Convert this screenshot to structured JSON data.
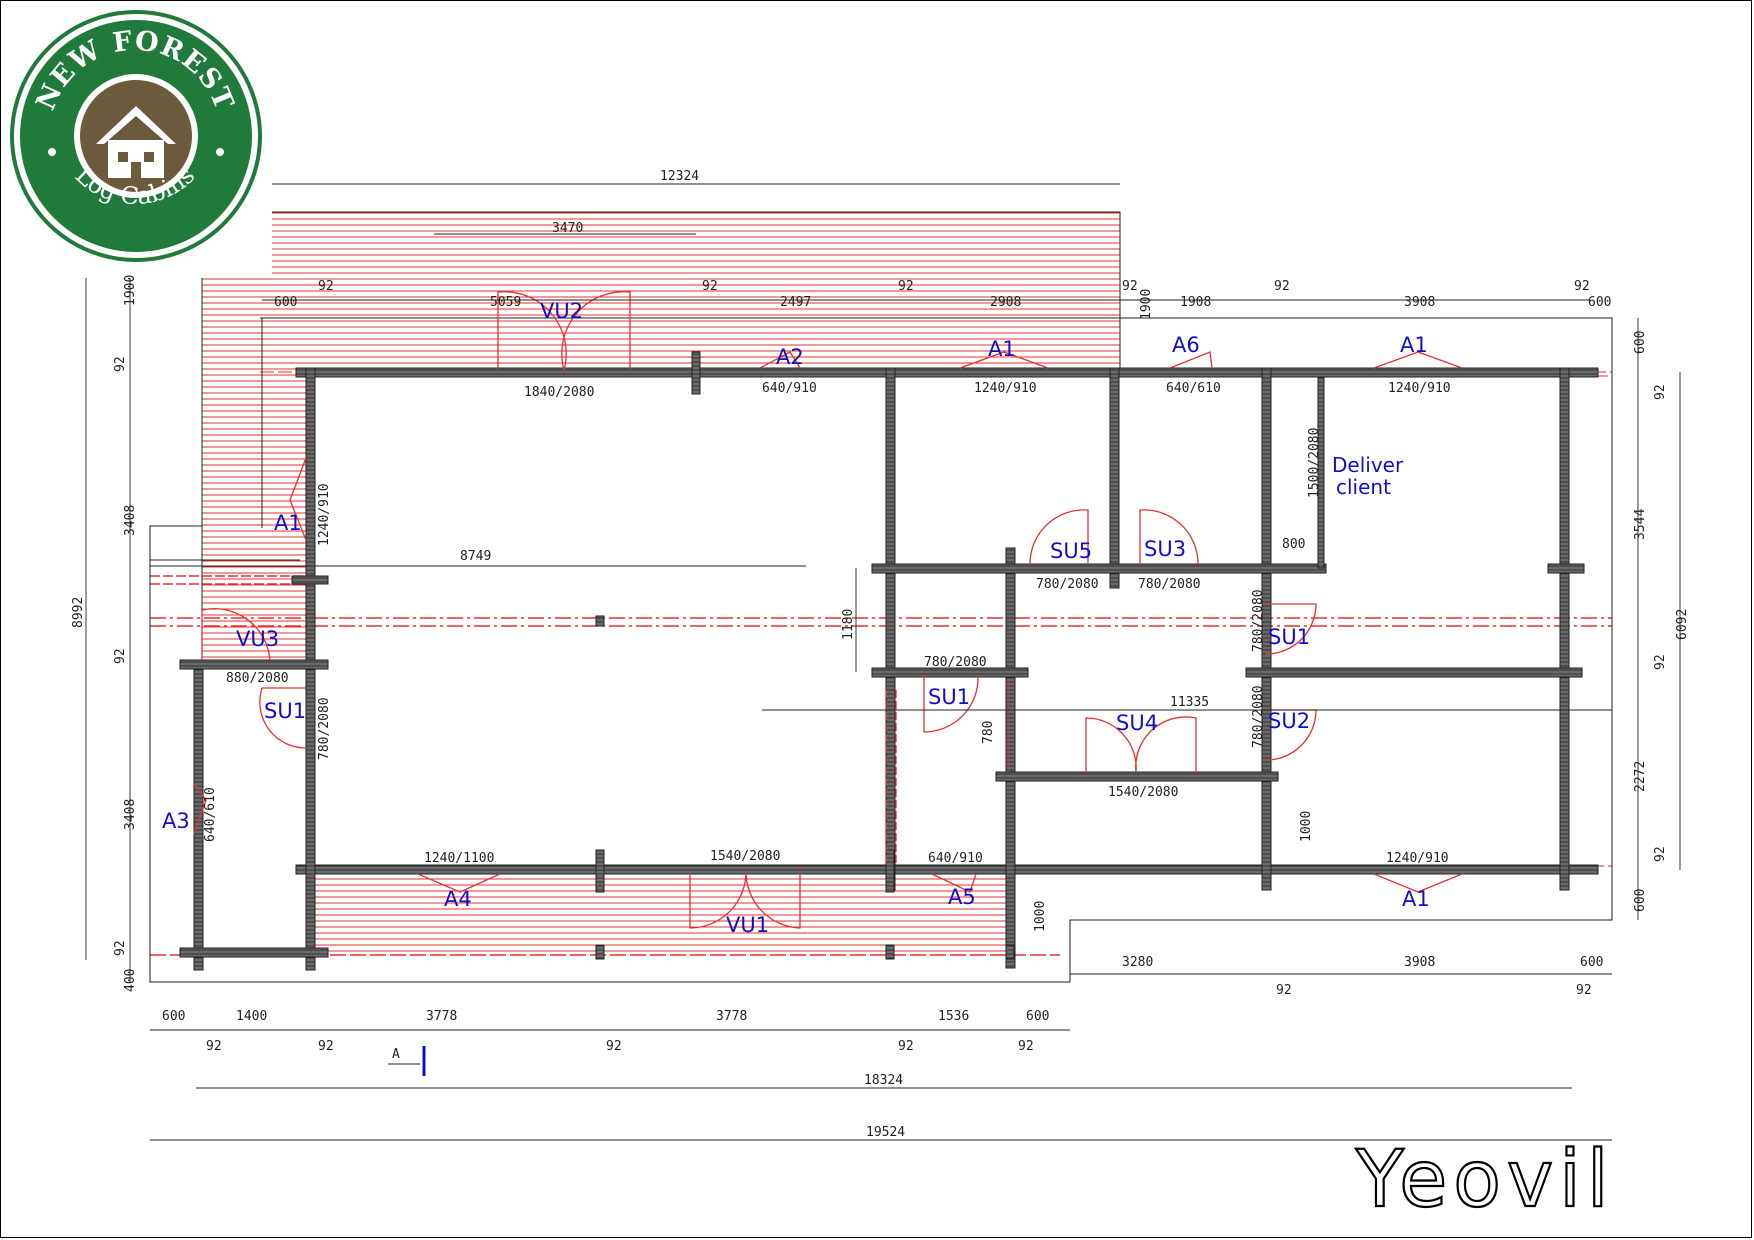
{
  "logo": {
    "line1": "NEW FOREST",
    "line2": "Log Cabins",
    "colors": {
      "green": "#1f7a3c",
      "brown": "#6b5a3c",
      "white": "#ffffff"
    }
  },
  "title": "Yeovil",
  "colors": {
    "deck": "#e53030",
    "wall": "#555555",
    "label": "#1010cc",
    "dim": "#222222"
  },
  "labels": {
    "vu2": "VU2",
    "a2": "A2",
    "a1_top_mid": "A1",
    "a6": "A6",
    "a1_top_right": "A1",
    "deliver_line1": "Deliver",
    "deliver_line2": "client",
    "a1_left": "A1",
    "su5": "SU5",
    "su3": "SU3",
    "vu3": "VU3",
    "su1_right": "SU1",
    "su1_left": "SU1",
    "su1_mid": "SU1",
    "su4": "SU4",
    "su2": "SU2",
    "a3": "A3",
    "a4": "A4",
    "vu1": "VU1",
    "a5": "A5",
    "a1_bottom": "A1"
  },
  "dims": {
    "d12324": "12324",
    "d3470": "3470",
    "d1900_left": "1900",
    "d92_a": "92",
    "d600_a": "600",
    "d5059": "5059",
    "d92_b": "92",
    "d2497": "2497",
    "d92_c": "92",
    "d2908": "2908",
    "d92_d": "92",
    "d1900_right": "1900",
    "d1908": "1908",
    "d92_e": "92",
    "d3908_top": "3908",
    "d92_f": "92",
    "d600_b": "600",
    "d600_r1": "600",
    "d92_l1": "92",
    "d1840_2080": "1840/2080",
    "d640_910_a": "640/910",
    "d1240_910_a": "1240/910",
    "d640_610_a": "640/610",
    "d1240_910_b": "1240/910",
    "d92_r1": "92",
    "d1500_2080": "1500/2080",
    "d3408_a": "3408",
    "d1240_910_c": "1240/910",
    "d3544": "3544",
    "d8992": "8992",
    "d8749": "8749",
    "d800": "800",
    "d780_2080_a": "780/2080",
    "d780_2080_b": "780/2080",
    "d1180": "1180",
    "d780_2080_c": "780/2080",
    "d6092": "6092",
    "d92_l2": "92",
    "d880_2080": "880/2080",
    "d780_2080_d": "780/2080",
    "d11335": "11335",
    "d92_r2": "92",
    "d780_2080_e": "780/2080",
    "d780_2080_f": "780/2080",
    "d780": "780",
    "d3408_b": "3408",
    "d640_610_b": "640/610",
    "d1540_2080_a": "1540/2080",
    "d1000_a": "1000",
    "d2272": "2272",
    "d1240_1100": "1240/1100",
    "d1540_2080_b": "1540/2080",
    "d640_910_b": "640/910",
    "d1240_910_d": "1240/910",
    "d92_r3": "92",
    "d1000_b": "1000",
    "d600_r2": "600",
    "d92_l3": "92",
    "d400": "400",
    "d3280": "3280",
    "d3908_bot": "3908",
    "d600_c": "600",
    "d92_g": "92",
    "d92_h": "92",
    "d600_d": "600",
    "d1400": "1400",
    "d3778_a": "3778",
    "d3778_b": "3778",
    "d1536": "1536",
    "d600_e": "600",
    "d92_i": "92",
    "d92_j": "92",
    "d92_k": "92",
    "d92_m": "92",
    "d92_n": "92",
    "section_a": "A",
    "d18324": "18324",
    "d19524": "19524"
  }
}
